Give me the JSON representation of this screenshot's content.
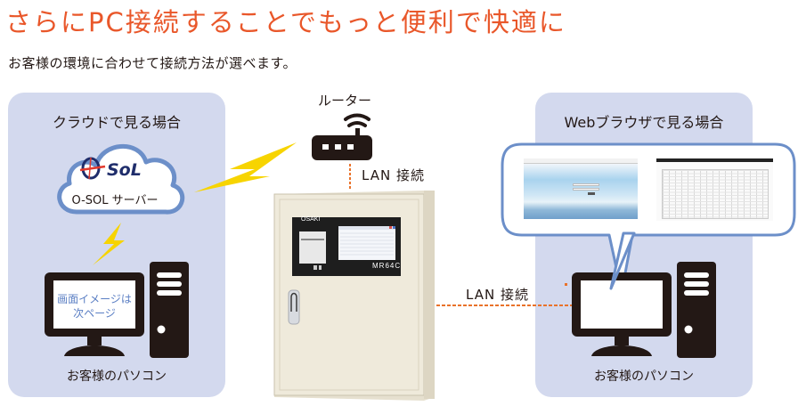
{
  "header": {
    "title": "さらにPC接続することでもっと便利で快適に",
    "subtitle": "お客様の環境に合わせて接続方法が選べます。"
  },
  "left_panel": {
    "title": "クラウドで見る場合",
    "cloud_logo": "O-SoL",
    "cloud_label": "O-SOL サーバー",
    "screen_note_line1": "画面イメージは",
    "screen_note_line2": "次ページ",
    "pc_label": "お客様のパソコン"
  },
  "center": {
    "router_label": "ルーター",
    "lan_label_top": "LAN 接続",
    "lan_label_right": "LAN 接続",
    "device_brand": "OSAKI",
    "device_model": "MR64C"
  },
  "right_panel": {
    "title": "Webブラウザで見る場合",
    "pc_label": "お客様のパソコン"
  },
  "colors": {
    "title_orange": "#e9572a",
    "panel_bg": "#d3d9ee",
    "cloud_outline": "#6c8fc9",
    "lightning": "#f7d400",
    "lan_line": "#e9722a",
    "icon_dark": "#231815"
  }
}
